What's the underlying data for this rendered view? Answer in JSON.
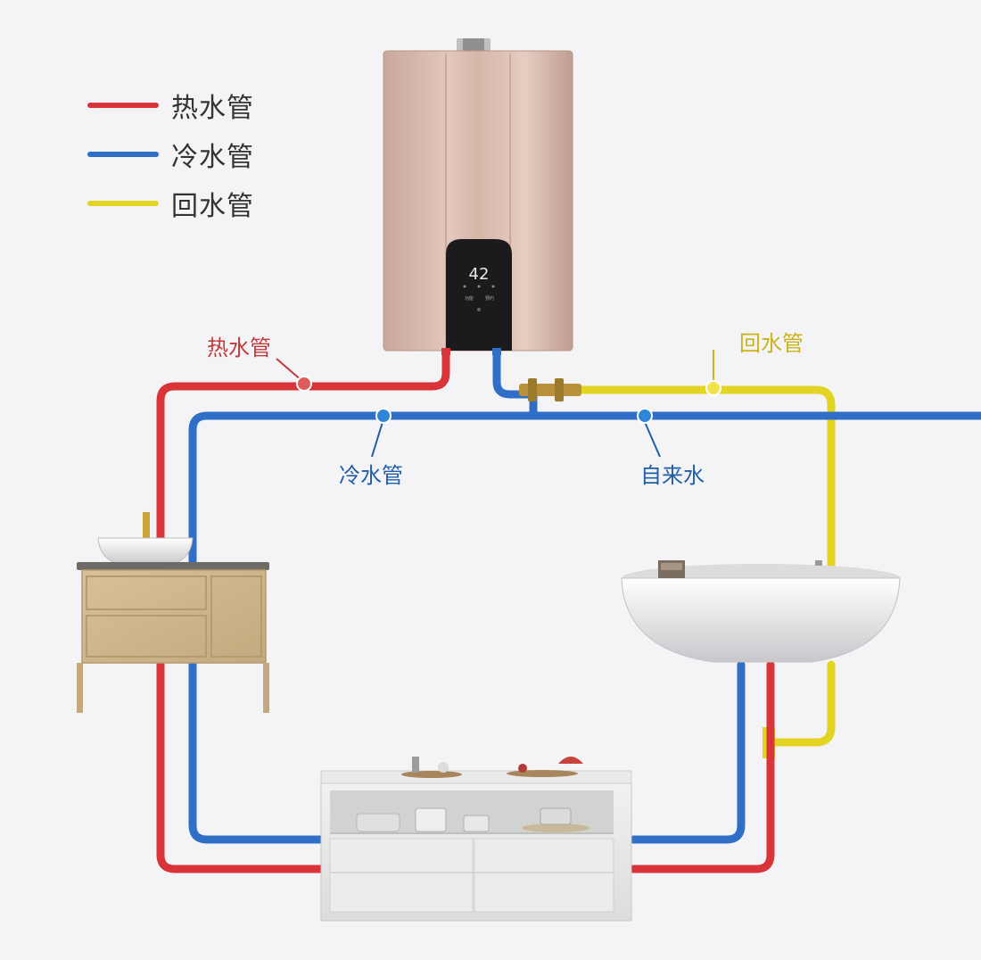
{
  "legend": [
    {
      "label": "热水管",
      "color": "#d9343a"
    },
    {
      "label": "冷水管",
      "color": "#2f6fc8"
    },
    {
      "label": "回水管",
      "color": "#e3d424"
    }
  ],
  "labels": {
    "hot_pipe": "热水管",
    "cold_pipe": "冷水管",
    "return_pipe": "回水管",
    "tap_water": "自来水"
  },
  "heater": {
    "display_value": "42",
    "display_btn_left": "功能",
    "display_btn_right": "预约"
  },
  "colors": {
    "hot": "#d9343a",
    "cold": "#2f6fc8",
    "return": "#e3d424",
    "label_hot": "#c23a3a",
    "label_cold": "#1f5ea8",
    "label_return": "#c9b21a"
  }
}
